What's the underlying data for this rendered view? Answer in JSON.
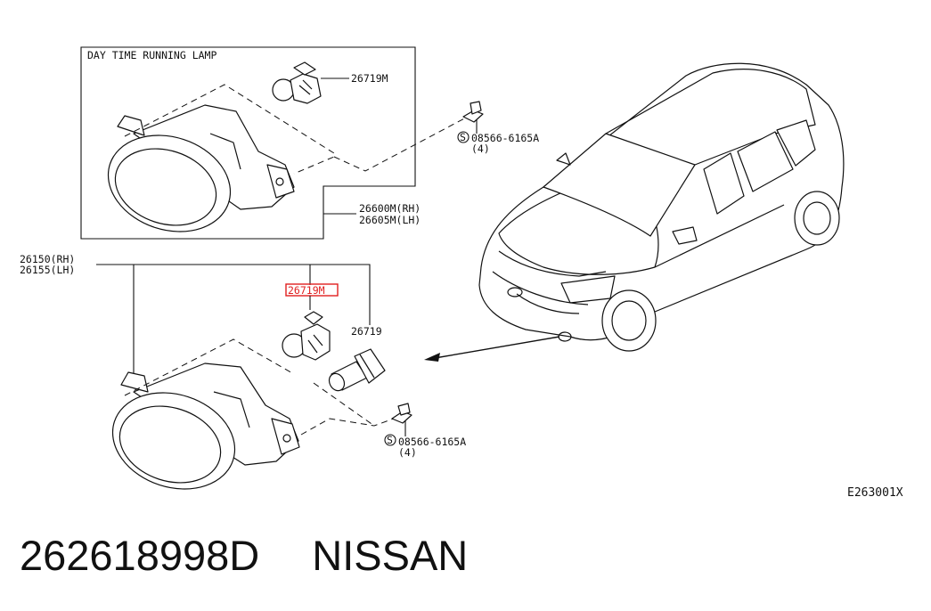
{
  "diagram": {
    "section_title": "DAY TIME RUNNING LAMP",
    "labels": {
      "drl_bulb": "26719M",
      "drl_screw": "08566-6165A",
      "drl_screw_qty": "(4)",
      "drl_lamp_rh": "26600M(RH)",
      "drl_lamp_lh": "26605M(LH)",
      "fog_lamp_rh": "26150(RH)",
      "fog_lamp_lh": "26155(LH)",
      "fog_bulb_highlighted": "26719M",
      "fog_bulb_socket": "26719",
      "fog_screw": "08566-6165A",
      "fog_screw_qty": "(4)",
      "screw_symbol": "S",
      "figure_code": "E263001X"
    },
    "highlight_color": "#e02020"
  },
  "footer": {
    "part_number": "262618998D",
    "brand": "NISSAN"
  }
}
